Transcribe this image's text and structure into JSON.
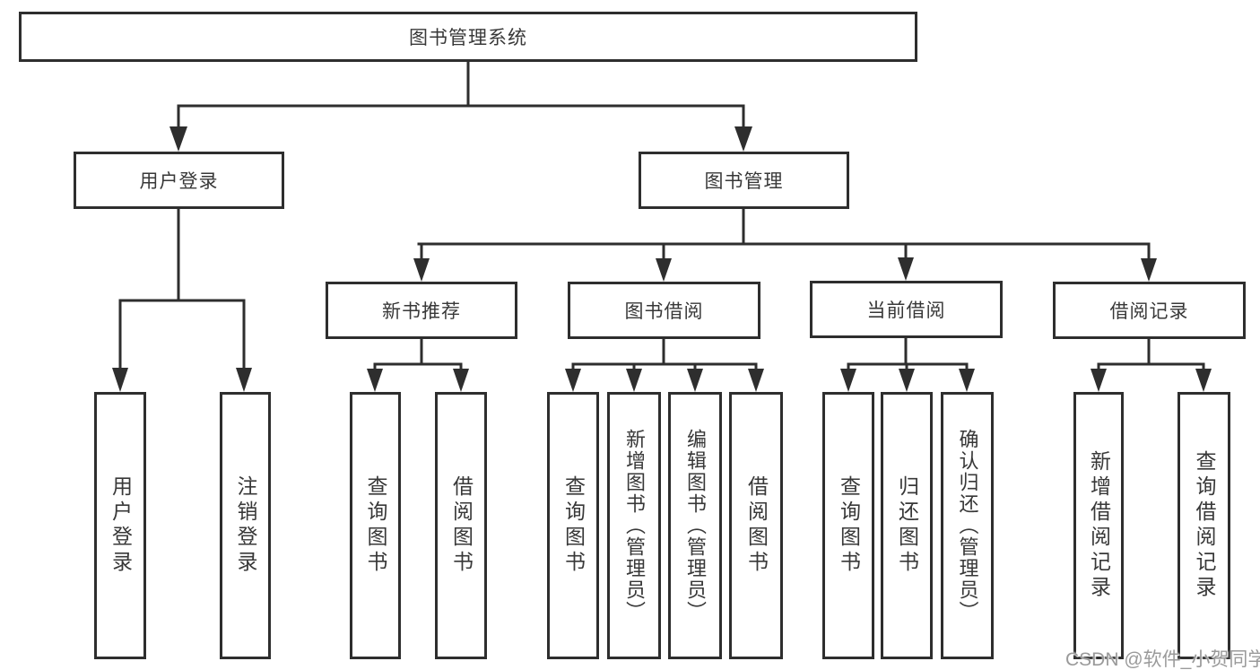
{
  "diagram_title": "图书管理系统",
  "tree": {
    "label": "图书管理系统",
    "children": [
      {
        "label": "用户登录",
        "children": [
          {
            "label": "用户登录"
          },
          {
            "label": "注销登录"
          }
        ]
      },
      {
        "label": "图书管理",
        "children": [
          {
            "label": "新书推荐",
            "children": [
              {
                "label": "查询图书"
              },
              {
                "label": "借阅图书"
              }
            ]
          },
          {
            "label": "图书借阅",
            "children": [
              {
                "label": "查询图书"
              },
              {
                "label": "新增图书（管理员）"
              },
              {
                "label": "编辑图书（管理员）"
              },
              {
                "label": "借阅图书"
              }
            ]
          },
          {
            "label": "当前借阅",
            "children": [
              {
                "label": "查询图书"
              },
              {
                "label": "归还图书"
              },
              {
                "label": "确认归还（管理员）"
              }
            ]
          },
          {
            "label": "借阅记录",
            "children": [
              {
                "label": "新增借阅记录"
              },
              {
                "label": "查询借阅记录"
              }
            ]
          }
        ]
      }
    ]
  },
  "watermark": {
    "text": "CSDN @软件_小贺同学"
  },
  "colors": {
    "line": "#2e2e2e",
    "box_border": "#2e2e2e",
    "text": "#383838",
    "watermark": "#9a9a9a",
    "background": "#ffffff"
  }
}
